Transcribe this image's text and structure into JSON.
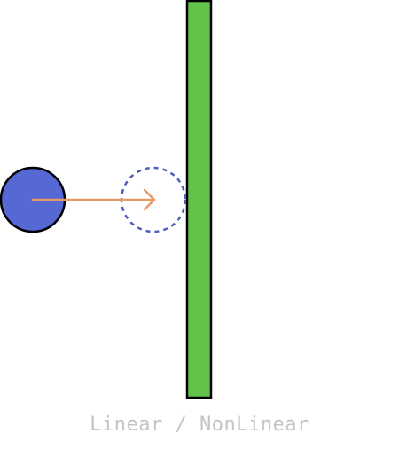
{
  "caption": "Linear / NonLinear",
  "colors": {
    "ball_fill": "#5568d4",
    "ball_stroke": "#000000",
    "ghost_stroke": "#4f5fbf",
    "arrow": "#e89a66",
    "wall_fill": "#63c24a",
    "wall_stroke": "#000000",
    "caption": "#c4c4c4"
  },
  "elements": {
    "ball": "solid ball",
    "ghost_ball": "dashed target ball",
    "arrow": "velocity arrow",
    "wall": "green wall"
  }
}
